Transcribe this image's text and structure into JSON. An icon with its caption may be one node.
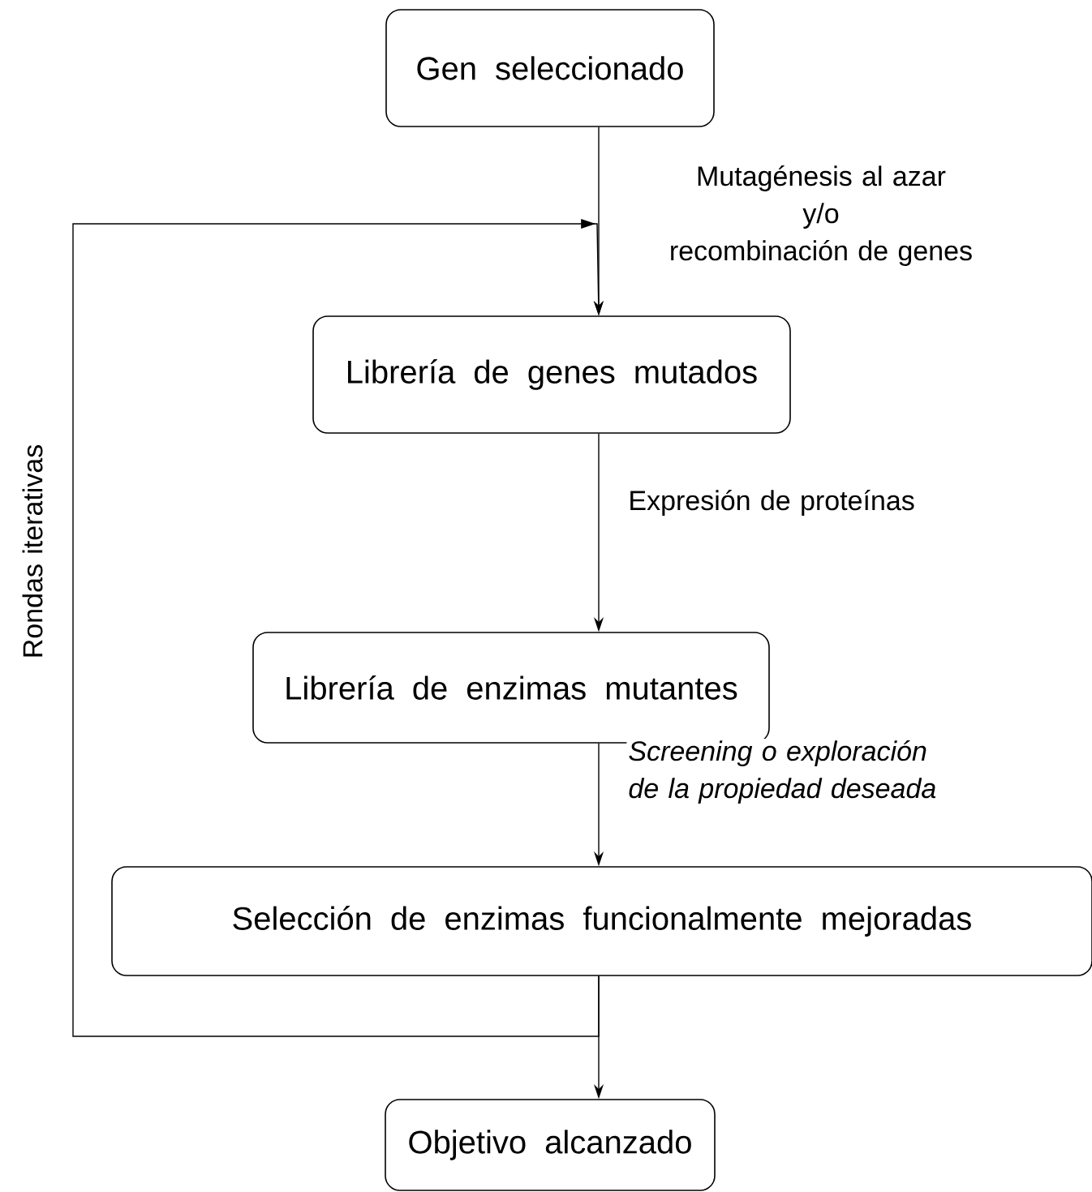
{
  "diagram": {
    "nodes": [
      {
        "text": [
          "Gen seleccionado"
        ]
      },
      {
        "text": [
          "Librería de genes mutados"
        ]
      },
      {
        "text": [
          "Librería de enzimas mutantes"
        ]
      },
      {
        "text": [
          "Selección de enzimas funcionalmente mejoradas"
        ]
      },
      {
        "text": [
          "Objetivo alcanzado"
        ]
      }
    ],
    "edges": [
      {
        "from": 0,
        "to": 1,
        "arrow": "to",
        "label": "Mutagénesis al azar y/o recombinación de genes"
      },
      {
        "from": 1,
        "to": 2,
        "arrow": "to",
        "label": "Expresión de proteínas"
      },
      {
        "from": 2,
        "to": 3,
        "arrow": "to",
        "label": "Screening o exploración de la propiedad deseada"
      },
      {
        "from": 3,
        "to": 4,
        "arrow": "to"
      },
      {
        "from": 3,
        "to": 1,
        "arrow": "to",
        "label": "Rondas iterativas"
      }
    ]
  }
}
